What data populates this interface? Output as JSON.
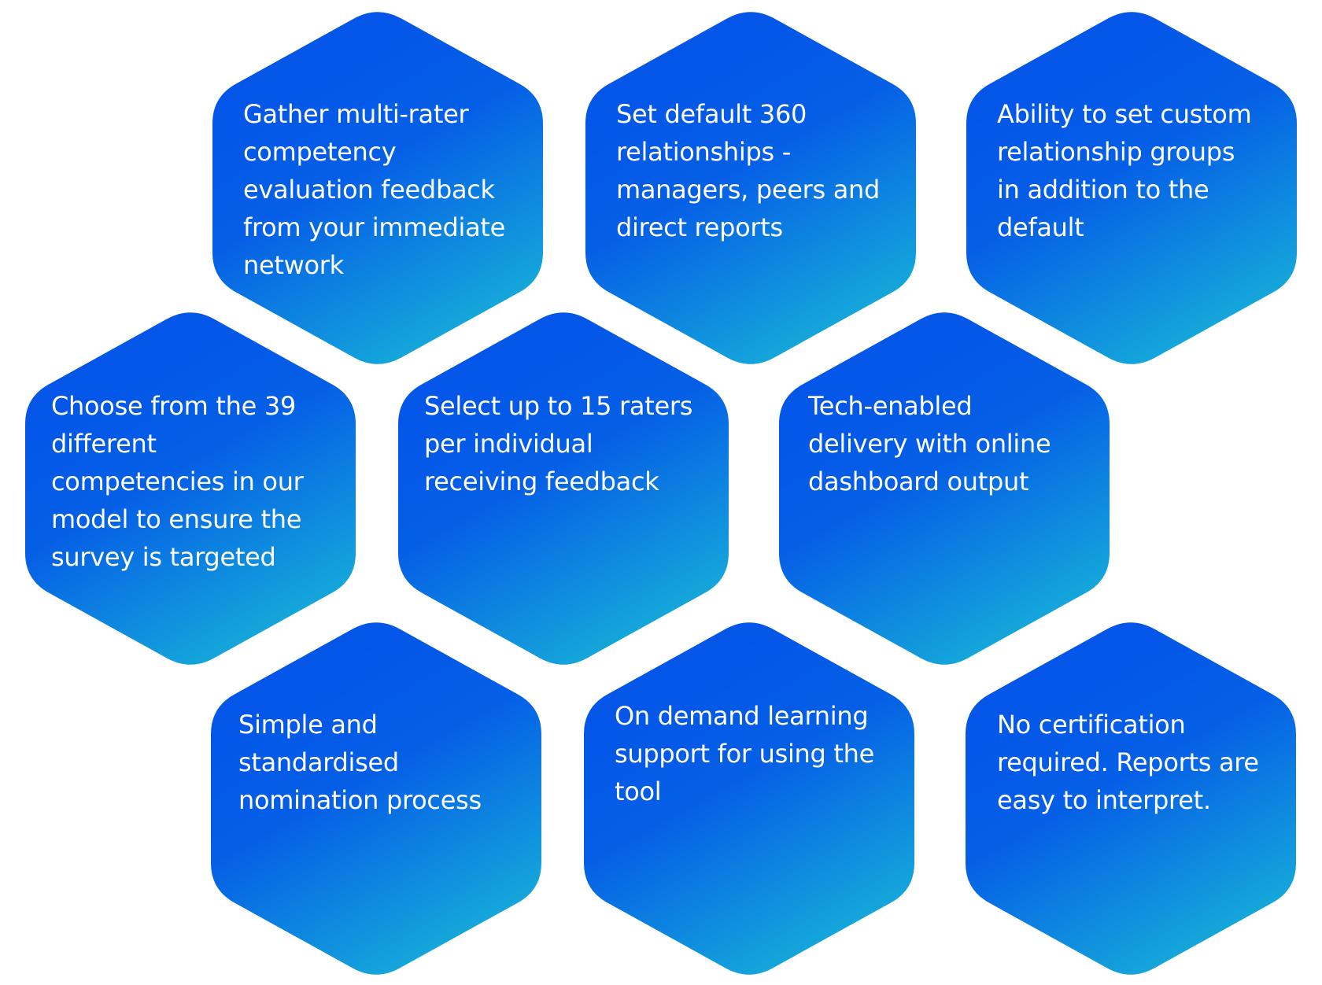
{
  "colors": {
    "background": "#ffffff",
    "gradient_start": "#0456E8",
    "gradient_end": "#17B3D8",
    "text": "#ffffff"
  },
  "features": [
    {
      "id": "multi-rater-feedback",
      "text": "Gather multi-rater\ncompetency\nevaluation feedback\nfrom your immediate\nnetwork"
    },
    {
      "id": "default-relationships",
      "text": "Set default 360\nrelationships -\nmanagers, peers and\ndirect reports"
    },
    {
      "id": "custom-groups",
      "text": "Ability to set custom\nrelationship groups\nin addition to the\ndefault"
    },
    {
      "id": "competency-model",
      "text": "Choose from the 39\ndifferent\ncompetencies in our\nmodel to ensure the\nsurvey is targeted"
    },
    {
      "id": "raters-limit",
      "text": "Select up to 15 raters\nper individual\nreceiving feedback"
    },
    {
      "id": "tech-delivery",
      "text": "Tech-enabled\ndelivery with online\ndashboard output"
    },
    {
      "id": "nomination-process",
      "text": "Simple and\nstandardised\nnomination process"
    },
    {
      "id": "learning-support",
      "text": "On demand learning\nsupport for using the\ntool"
    },
    {
      "id": "no-certification",
      "text": "No certification\nrequired. Reports are\neasy to interpret."
    }
  ]
}
